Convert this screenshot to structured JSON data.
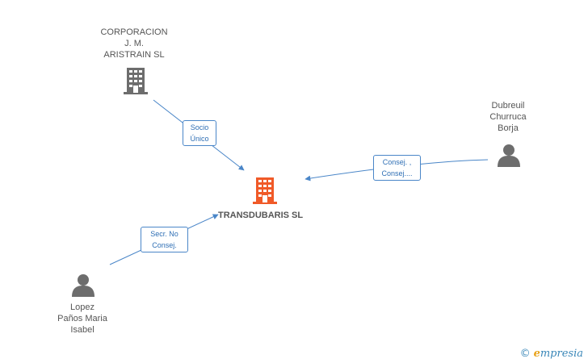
{
  "nodes": {
    "corporacion": {
      "lines": [
        "CORPORACION",
        "J. M.",
        "ARISTRAIN SL"
      ],
      "type": "company"
    },
    "main": {
      "label": "TRANSDUBARIS SL",
      "type": "company-main"
    },
    "dubreuil": {
      "lines": [
        "Dubreuil",
        "Churruca",
        "Borja"
      ],
      "type": "person"
    },
    "lopez": {
      "lines": [
        "Lopez",
        "Paños Maria",
        "Isabel"
      ],
      "type": "person"
    }
  },
  "edges": {
    "socio": [
      "Socio",
      "Único"
    ],
    "consej": [
      "Consej. ,",
      "Consej...."
    ],
    "secr": [
      "Secr.  No",
      "Consej."
    ]
  },
  "colors": {
    "edge": "#4a86c8",
    "icon_gray": "#6d6d6d",
    "icon_main": "#f05a28"
  },
  "watermark": {
    "copyright": "©",
    "brand_initial": "e",
    "brand_rest": "mpresia"
  }
}
